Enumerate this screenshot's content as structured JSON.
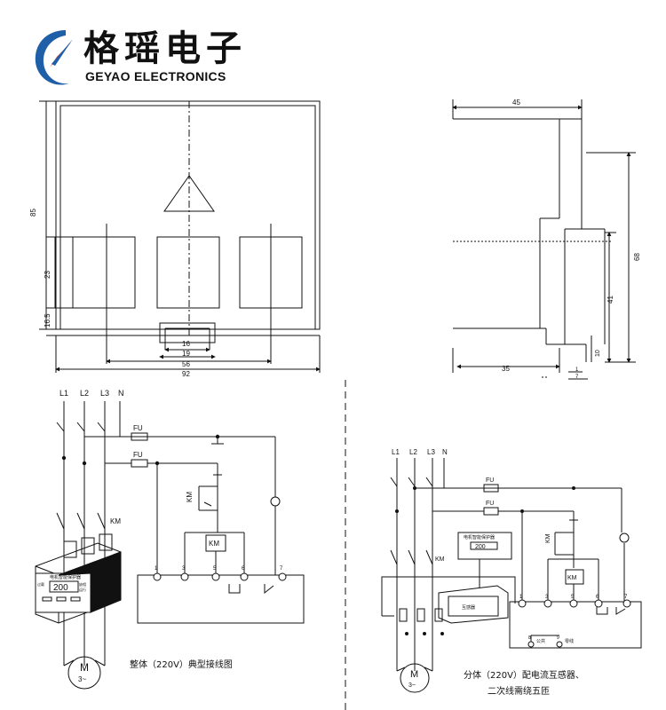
{
  "brand": {
    "name_cn": "格瑶电子",
    "name_en": "GEYAO ELECTRONICS",
    "colors": {
      "blue": "#1f5fa8",
      "red": "#d62a1e"
    }
  },
  "front_view": {
    "dims": {
      "height_total": "85",
      "height_window": "23",
      "height_base": "16.5",
      "w16": "16",
      "w19": "19",
      "w56": "56",
      "w92": "92"
    }
  },
  "side_view": {
    "dims": {
      "width_top": "45",
      "width_bottom": "35",
      "height_total": "68",
      "height_mid": "41",
      "height_low": "10",
      "small_a": "1",
      "small_b": "7"
    }
  },
  "wiring_integrated": {
    "lines": [
      "L1",
      "L2",
      "L3"
    ],
    "neutral": "N",
    "fuse": "FU",
    "contactor": "KM",
    "device_title": "电机智能保护器",
    "display": "200",
    "side_labels": [
      "过载",
      "缺相",
      "运行"
    ],
    "terminals": [
      "1",
      "3",
      "5",
      "6",
      "7"
    ],
    "motor": "M",
    "motor_sub": "3~",
    "caption": "整体（220V）典型接线图"
  },
  "wiring_split": {
    "lines": [
      "L1",
      "L2",
      "L3"
    ],
    "neutral": "N",
    "fuse": "FU",
    "contactor": "KM",
    "device_title": "电机智能保护器",
    "display": "200",
    "ct_label": "互感器",
    "terminals": [
      "1",
      "3",
      "5",
      "6",
      "7"
    ],
    "bottom_terminals": [
      "8",
      "9"
    ],
    "bottom_labels": [
      "公共",
      "零线"
    ],
    "motor": "M",
    "motor_sub": "3~",
    "caption_line1": "分体（220V）配电流互感器、",
    "caption_line2": "二次线需绕五匝"
  }
}
